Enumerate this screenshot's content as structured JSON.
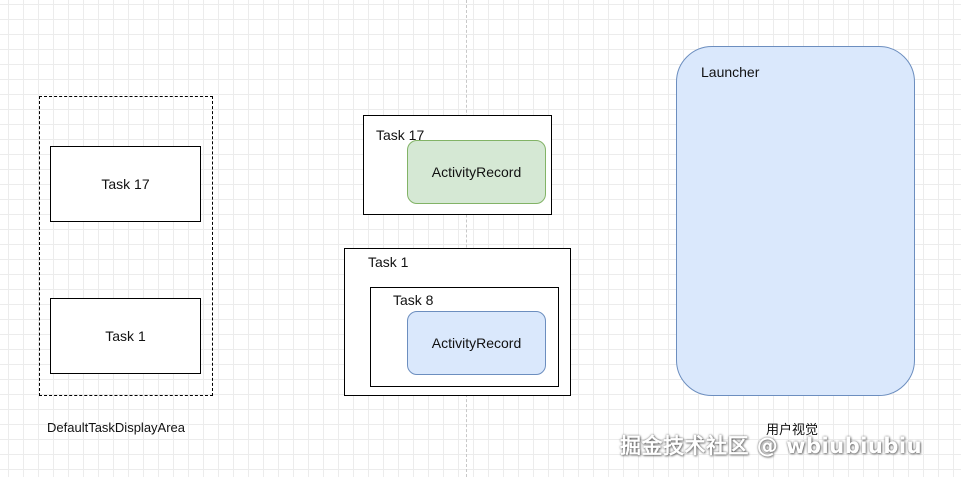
{
  "left_panel": {
    "area_label": "DefaultTaskDisplayArea",
    "task_top": "Task 17",
    "task_bottom": "Task 1"
  },
  "middle_panel": {
    "task17": {
      "label": "Task 17",
      "activity": "ActivityRecord"
    },
    "task1": {
      "label": "Task 1",
      "inner_task": {
        "label": "Task 8",
        "activity": "ActivityRecord"
      }
    }
  },
  "right_panel": {
    "launcher_label": "Launcher",
    "caption": "用户视觉"
  },
  "watermark": "掘金技术社区 @ wbiubiubiu",
  "colors": {
    "green_fill": "#d5e8d4",
    "green_stroke": "#82b366",
    "blue_fill": "#dae8fc",
    "blue_stroke": "#6c8ebf"
  }
}
